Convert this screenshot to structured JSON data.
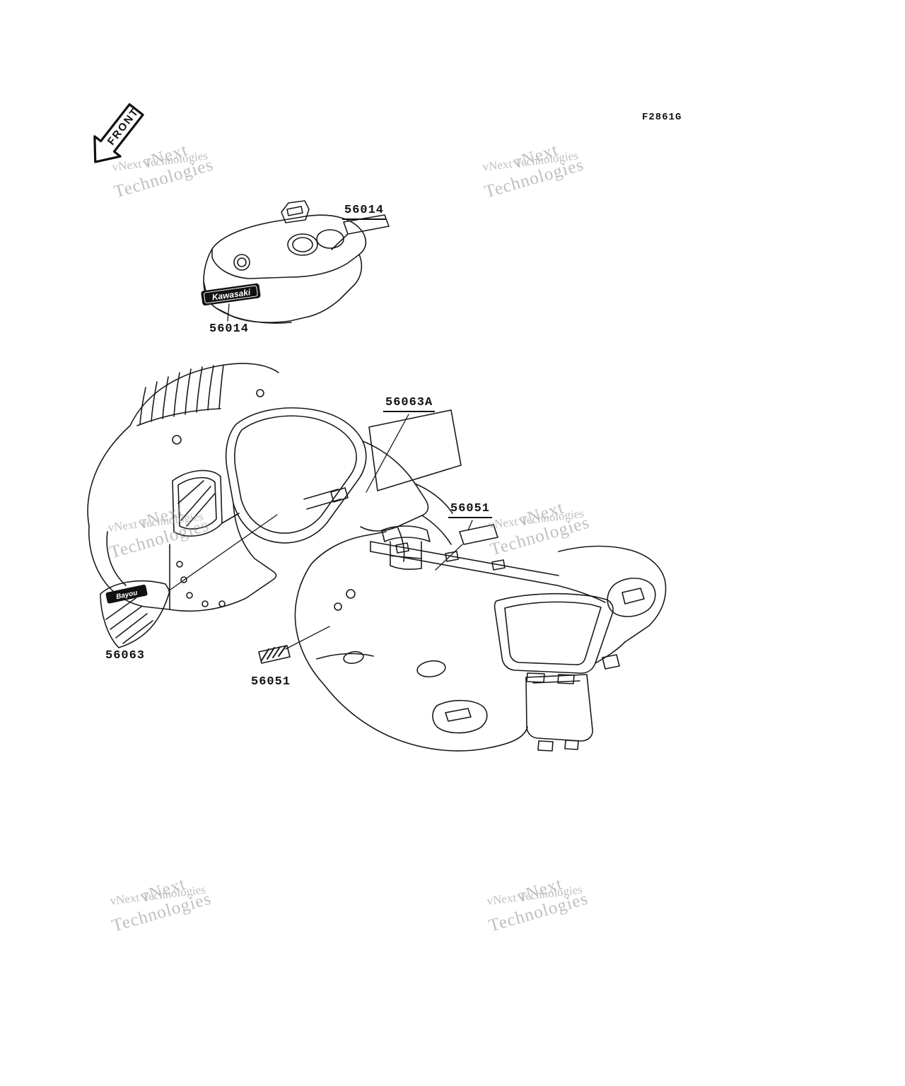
{
  "diagram": {
    "code": "F2861G",
    "front_label": "FRONT"
  },
  "watermark": {
    "word1": "vNext",
    "word2": "Technologies",
    "full": "vNext Technologies"
  },
  "labels": {
    "p56014_top": "56014",
    "p56014_side": "56014",
    "p56063a": "56063A",
    "p56051_mid": "56051",
    "p56051_low": "56051",
    "p56063": "56063"
  },
  "decals": {
    "kawasaki": "Kawasaki",
    "bayou": "Bayou"
  }
}
